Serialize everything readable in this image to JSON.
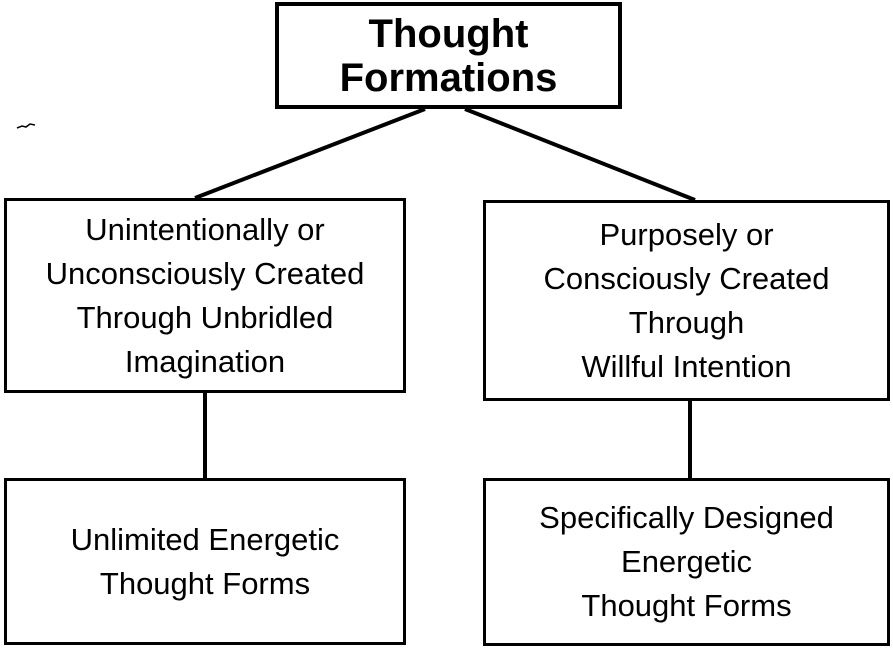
{
  "diagram": {
    "root": {
      "label": "Thought\nFormations"
    },
    "branches": [
      {
        "label": "Unintentionally or\nUnconsciously Created\nThrough Unbridled\nImagination",
        "child": {
          "label": "Unlimited Energetic\nThought Forms"
        }
      },
      {
        "label": "Purposely or\nConsciously Created\nThrough\nWillful Intention",
        "child": {
          "label": "Specifically Designed\nEnergetic\nThought Forms"
        }
      }
    ],
    "colors": {
      "line": "#000000",
      "background": "#ffffff"
    }
  }
}
